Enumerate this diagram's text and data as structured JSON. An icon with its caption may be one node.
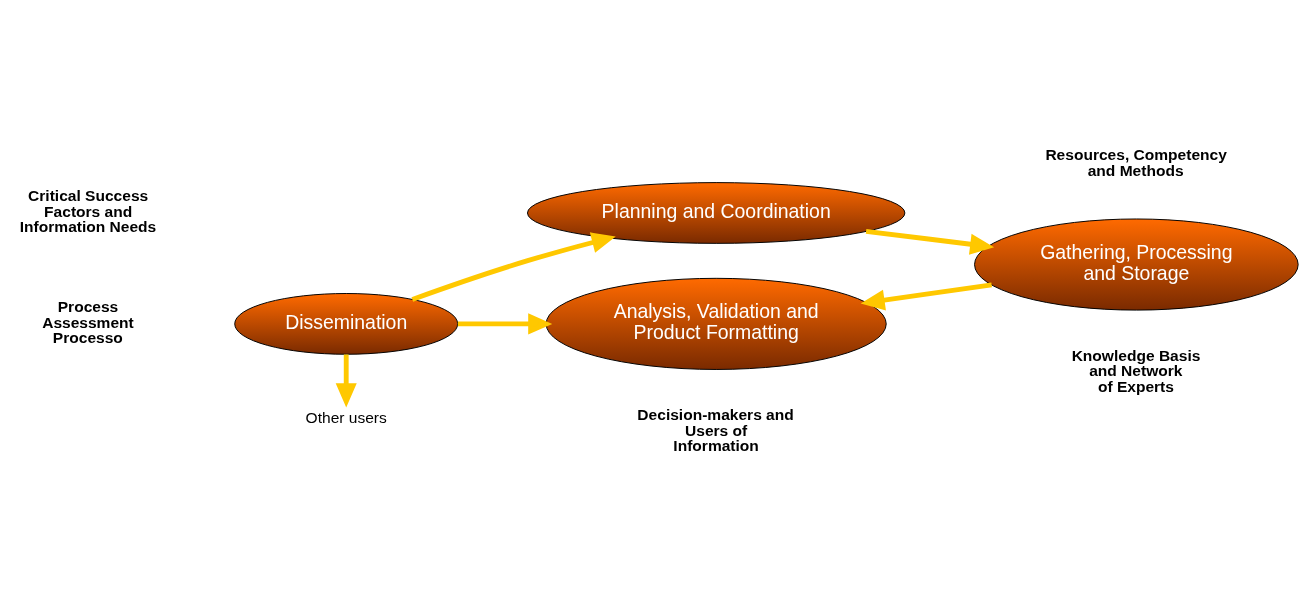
{
  "diagram": {
    "nodes": [
      {
        "text": [
          "Dissemination"
        ]
      },
      {
        "text": [
          "Planning and Coordination"
        ]
      },
      {
        "text": [
          "Gathering, Processing and Storage"
        ]
      },
      {
        "text": [
          "Analysis, Validation and Product Formatting"
        ]
      },
      {
        "text": [
          "Other users"
        ]
      }
    ],
    "edges": [
      {
        "from": 0,
        "to": 1,
        "arrow": "to"
      },
      {
        "from": 1,
        "to": 2,
        "arrow": "to"
      },
      {
        "from": 2,
        "to": 3,
        "arrow": "to"
      },
      {
        "from": 0,
        "to": 3,
        "arrow": "to"
      },
      {
        "from": 0,
        "to": 4,
        "arrow": "to"
      }
    ],
    "labels": [
      "Critical Success Factors and Information Needs",
      "Process Assessment Processo",
      "Resources, Competency and Methods",
      "Decision-makers and Users of Information",
      "Knowledge Basis and Network of Experts"
    ]
  }
}
